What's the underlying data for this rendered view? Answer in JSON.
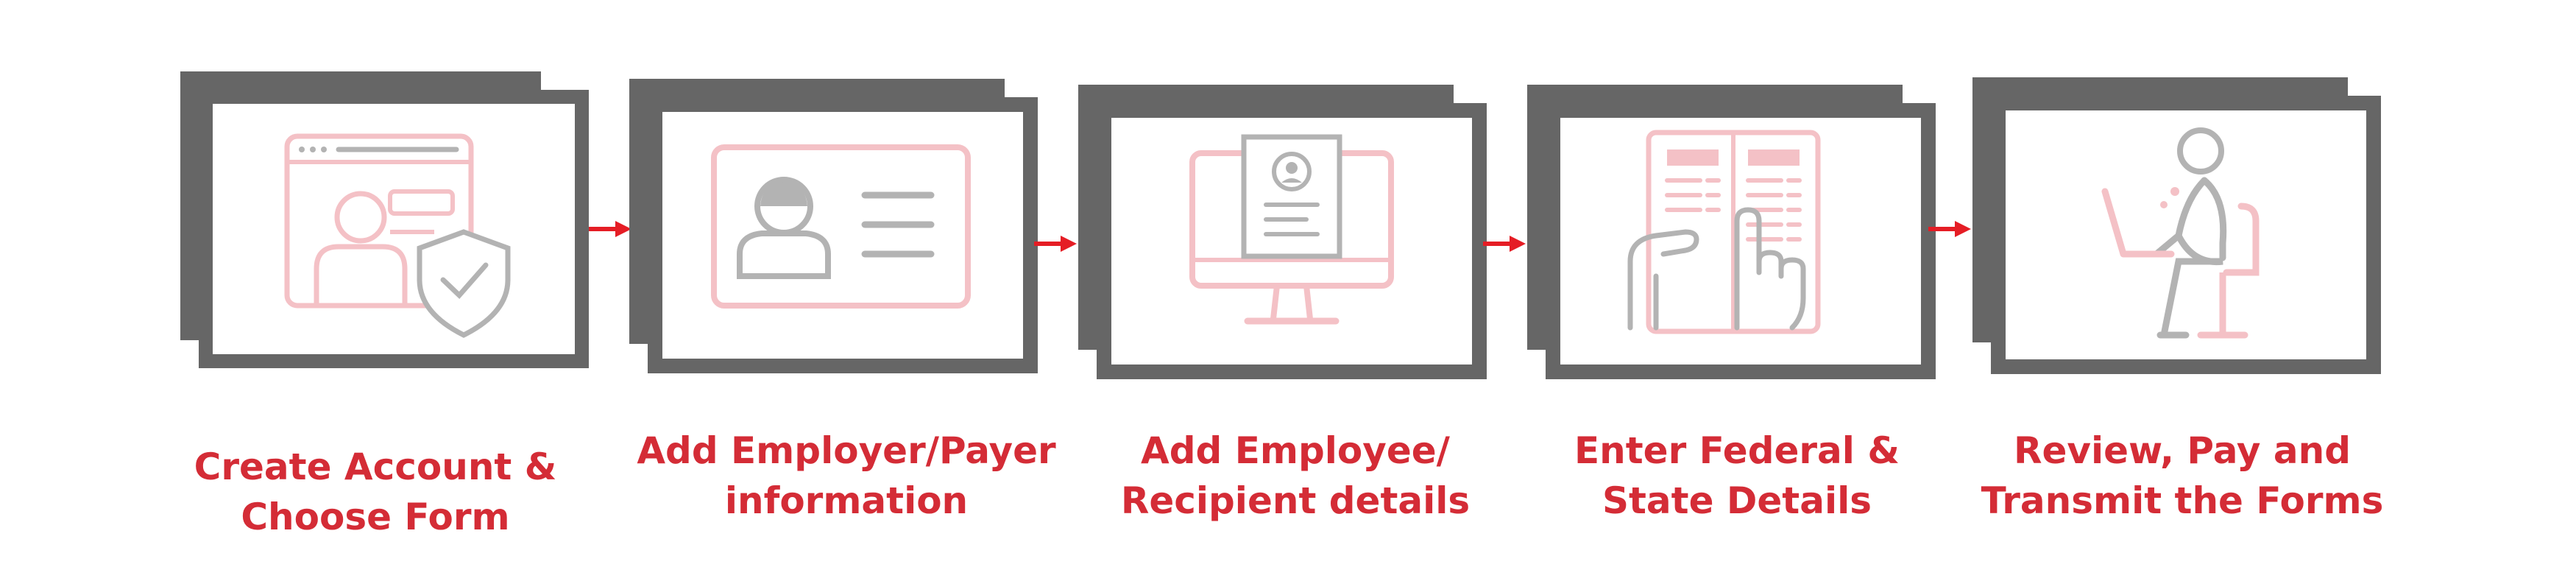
{
  "colors": {
    "frame": "#666666",
    "accent": "#d42c36",
    "icon_pink": "#f4c1c6",
    "icon_gray": "#b3b3b3",
    "arrow": "#e51d25"
  },
  "steps": [
    {
      "line1": "Create Account &",
      "line2": "Choose Form",
      "icon": "account-shield-icon"
    },
    {
      "line1": "Add Employer/Payer",
      "line2": "information",
      "icon": "id-card-icon"
    },
    {
      "line1": "Add Employee/",
      "line2": "Recipient details",
      "icon": "monitor-document-icon"
    },
    {
      "line1": "Enter Federal &",
      "line2": "State Details",
      "icon": "form-pointing-hand-icon"
    },
    {
      "line1": "Review, Pay and",
      "line2": "Transmit the Forms",
      "icon": "person-laptop-icon"
    }
  ]
}
